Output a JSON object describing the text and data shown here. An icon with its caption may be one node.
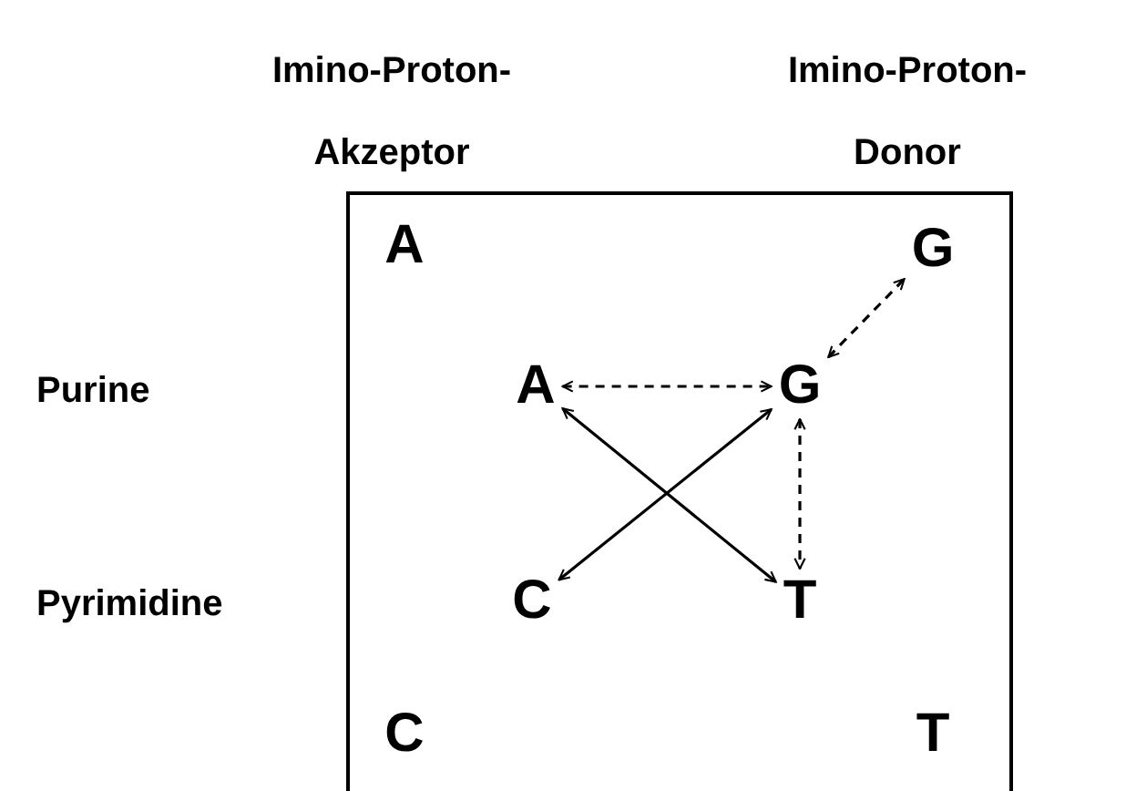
{
  "diagram": {
    "nodes": [
      {
        "text": [],
        "shape": "box"
      },
      {
        "text": [
          "A"
        ],
        "in": 0
      },
      {
        "text": [
          "G"
        ],
        "in": 0
      },
      {
        "text": [
          "C"
        ],
        "in": 0
      },
      {
        "text": [
          "T"
        ],
        "in": 0
      },
      {
        "text": [
          "G"
        ],
        "in": 0
      }
    ],
    "edges": [
      {
        "from": 1,
        "to": 2,
        "arrow": "both",
        "style": "dashed"
      },
      {
        "from": 2,
        "to": 5,
        "arrow": "both",
        "style": "dashed"
      },
      {
        "from": 2,
        "to": 4,
        "arrow": "both",
        "style": "dashed"
      },
      {
        "from": 1,
        "to": 4,
        "arrow": "both"
      },
      {
        "from": 2,
        "to": 3,
        "arrow": "both"
      }
    ],
    "labels": [
      "Imino-Proton- Akzeptor",
      "Imino-Proton- Donor",
      "A",
      "Purine",
      "Pyrimidine",
      "C",
      "T"
    ]
  }
}
